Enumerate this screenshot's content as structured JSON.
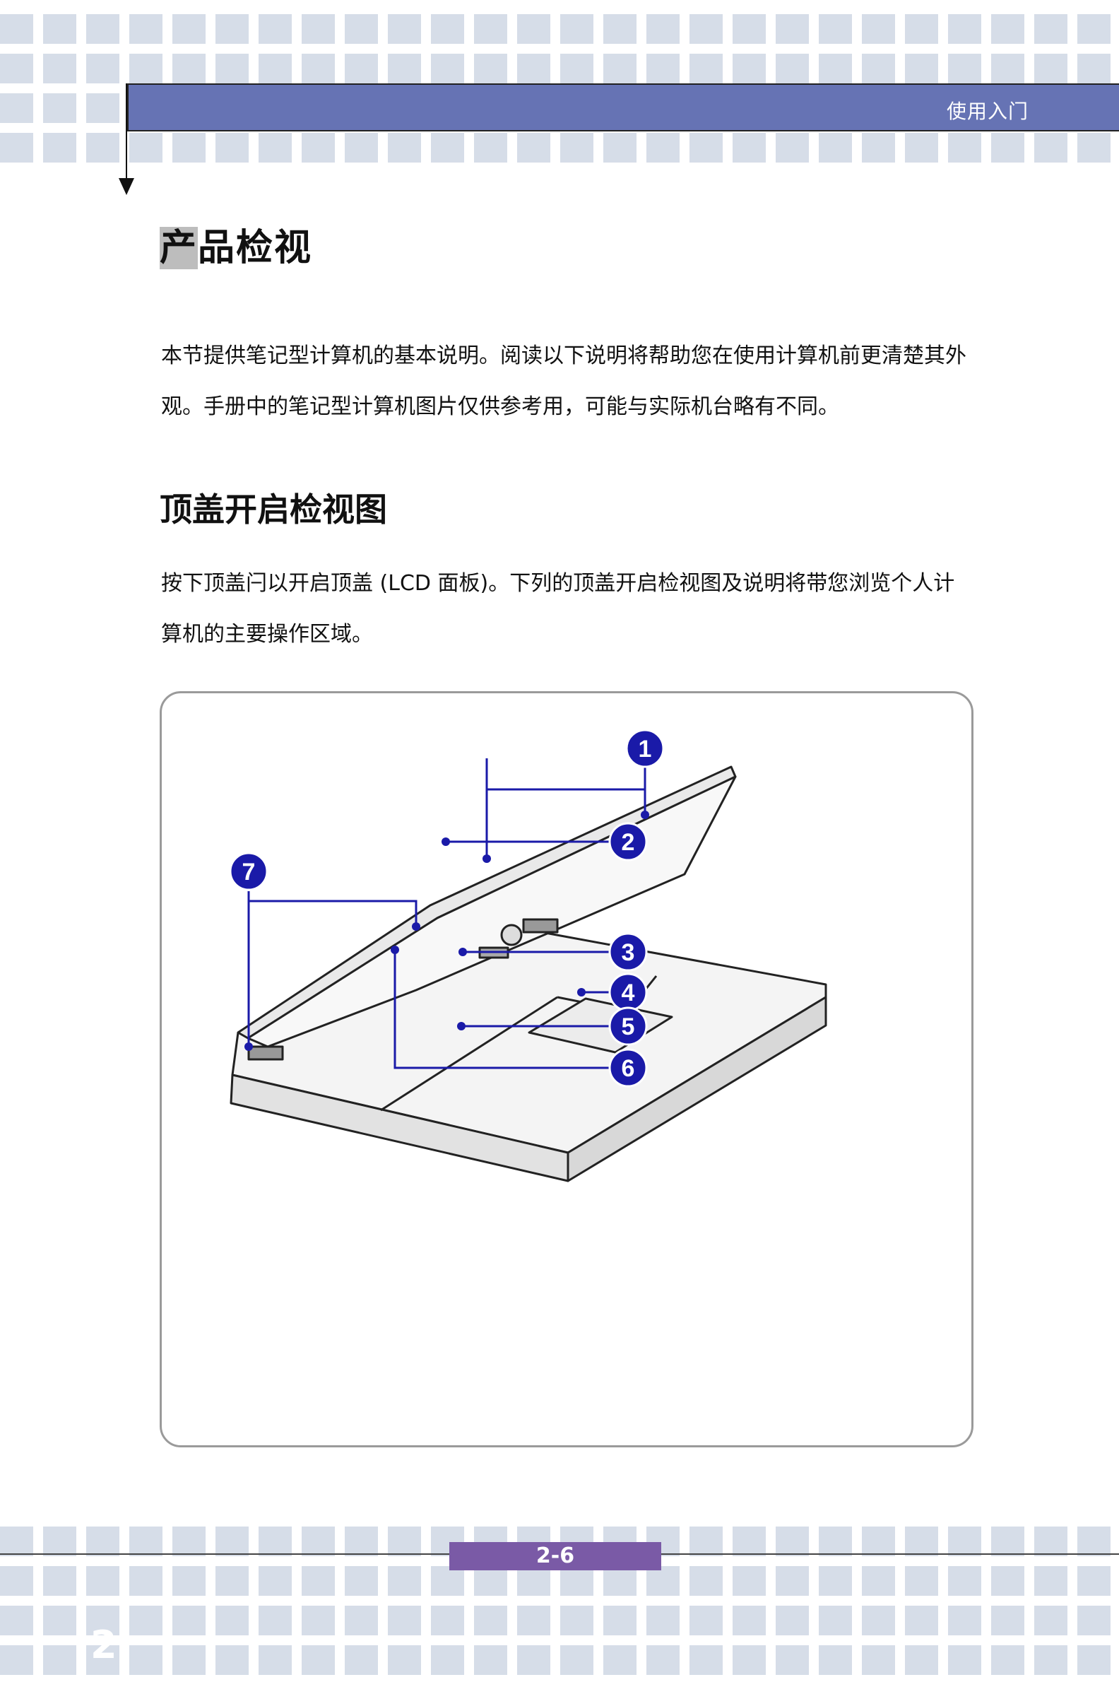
{
  "header": {
    "title": "使用入门"
  },
  "page": {
    "title_highlight": "产",
    "title_rest": "品检视",
    "intro_text": "本节提供笔记型计算机的基本说明。阅读以下说明将帮助您在使用计算机前更清楚其外观。手册中的笔记型计算机图片仅供参考用，可能与实际机台略有不同。",
    "section_title": "顶盖开启检视图",
    "section_text": "按下顶盖闩以开启顶盖 (LCD 面板)。下列的顶盖开启检视图及说明将带您浏览个人计算机的主要操作区域。"
  },
  "figure": {
    "callouts": [
      "1",
      "2",
      "3",
      "4",
      "5",
      "6",
      "7"
    ],
    "accent_color": "#1a1aa8"
  },
  "footer": {
    "page_number": "2-6",
    "chapter": "2"
  }
}
